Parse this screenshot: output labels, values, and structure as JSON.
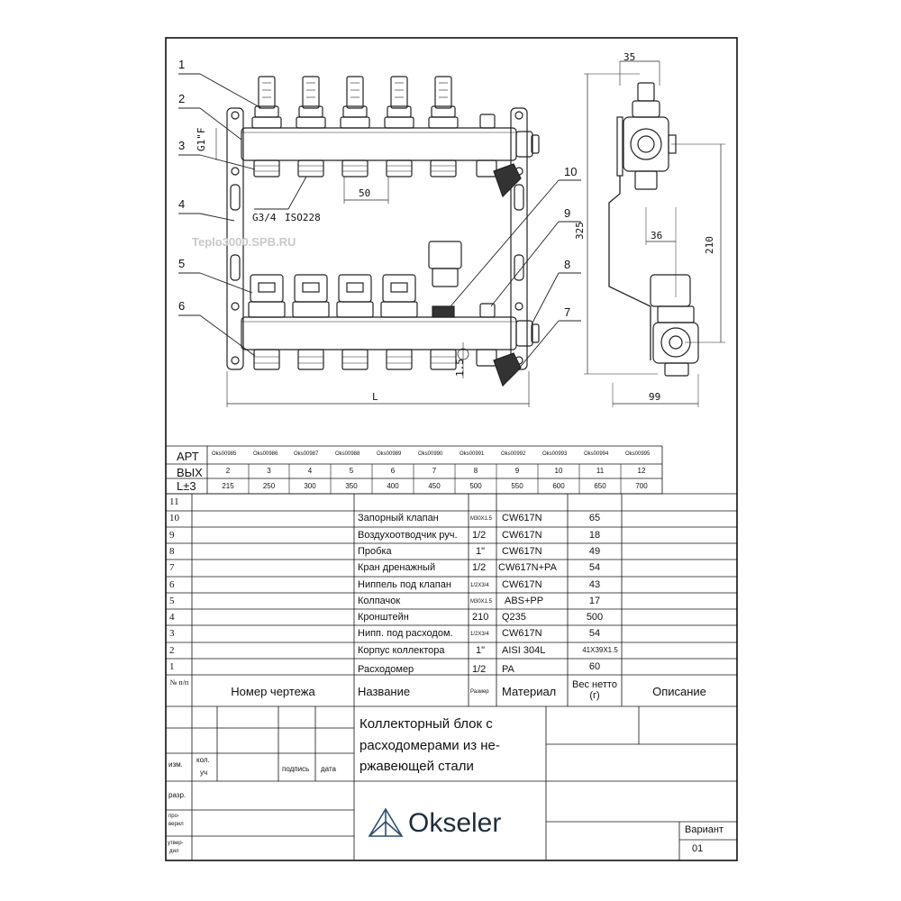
{
  "drawing": {
    "callouts": [
      "1",
      "2",
      "3",
      "4",
      "5",
      "6",
      "7",
      "8",
      "9",
      "10"
    ],
    "thread_label": "G1\"F",
    "inlet_label": "G3/4",
    "inlet_std": "ISO228",
    "pitch": "50",
    "length_label": "L",
    "offset_label": "1.5",
    "watermark": "Teplo3000.SPB.RU",
    "side_top_width": "35",
    "side_height": "325",
    "side_offset": "36",
    "side_spacing": "210",
    "side_depth": "99"
  },
  "art_table": {
    "row_labels": [
      "АРТ",
      "ВЫХ",
      "L±3"
    ],
    "articles": [
      "Oks00985",
      "Oks00986",
      "Oks00987",
      "Oks00988",
      "Oks00989",
      "Oks00990",
      "Oks00991",
      "Oks00992",
      "Oks00993",
      "Oks00994",
      "Oks00995"
    ],
    "outputs": [
      "2",
      "3",
      "4",
      "5",
      "6",
      "7",
      "8",
      "9",
      "10",
      "11",
      "12"
    ],
    "lengths": [
      "215",
      "250",
      "300",
      "350",
      "400",
      "450",
      "500",
      "550",
      "600",
      "650",
      "700"
    ]
  },
  "parts": {
    "rows": [
      {
        "num": "11",
        "name": "",
        "size": "",
        "material": "",
        "weight": ""
      },
      {
        "num": "10",
        "name": "Запорный клапан",
        "size": "M30X1.5",
        "material": "CW617N",
        "weight": "65"
      },
      {
        "num": "9",
        "name": "Воздухоотводчик руч.",
        "size": "1/2",
        "material": "CW617N",
        "weight": "18"
      },
      {
        "num": "8",
        "name": "Пробка",
        "size": "1\"",
        "material": "CW617N",
        "weight": "49"
      },
      {
        "num": "7",
        "name": "Кран дренажный",
        "size": "1/2",
        "material": "CW617N+PA",
        "weight": "54"
      },
      {
        "num": "6",
        "name": "Ниппель под клапан",
        "size": "1/2X3/4",
        "material": "CW617N",
        "weight": "43"
      },
      {
        "num": "5",
        "name": "Колпачок",
        "size": "M30X1.5",
        "material": "ABS+PP",
        "weight": "17"
      },
      {
        "num": "4",
        "name": "Кронштейн",
        "size": "210",
        "material": "Q235",
        "weight": "500"
      },
      {
        "num": "3",
        "name": "Нипп. под расходом.",
        "size": "1/2X3/4",
        "material": "CW617N",
        "weight": "54"
      },
      {
        "num": "2",
        "name": "Корпус коллектора",
        "size": "1\"",
        "material": "AISI 304L",
        "weight": "41X39X1.5"
      },
      {
        "num": "1",
        "name": "Расходомер",
        "size": "1/2",
        "material": "PA",
        "weight": "60"
      }
    ],
    "header": {
      "num": "№ п/п",
      "drawing_no": "Номер чертежа",
      "name": "Название",
      "size": "Размер",
      "material": "Материал",
      "weight": "Вес нетто (г)",
      "description": "Описание"
    }
  },
  "title_block": {
    "title_lines": [
      "Коллекторный блок с",
      "расходомерами из не-",
      "ржавеющей стали"
    ],
    "col_izm": "изм.",
    "col_kol": "кол.",
    "col_uch": "уч",
    "col_podpis": "подпись",
    "col_data": "дата",
    "row_razr": "разр.",
    "row_prov_1": "про-",
    "row_prov_2": "верил",
    "row_utv_1": "утвер-",
    "row_utv_2": "дил",
    "company": "Okseler",
    "variant_label": "Вариант",
    "variant_value": "01"
  }
}
